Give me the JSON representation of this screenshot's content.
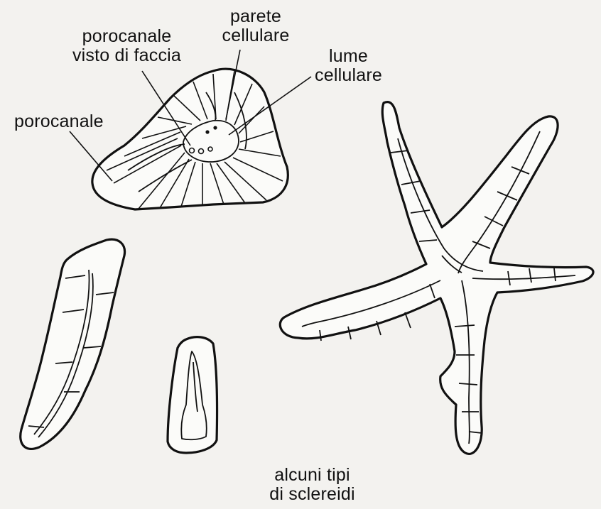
{
  "labels": {
    "parete": "parete\ncellulare",
    "porocanale_faccia": "porocanale\nvisto di faccia",
    "lume": "lume\ncellulare",
    "porocanale": "porocanale",
    "caption": "alcuni tipi\ndi sclereidi"
  }
}
